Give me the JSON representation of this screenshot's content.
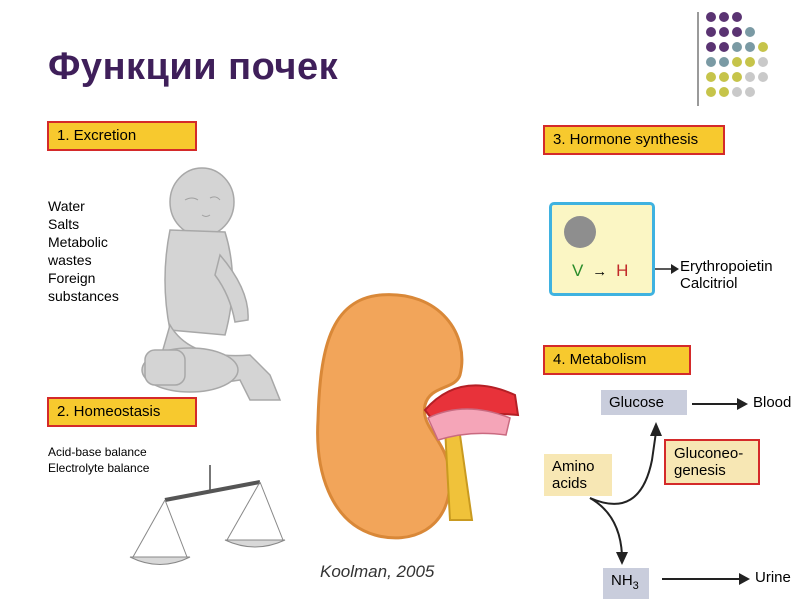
{
  "title": "Функции почек",
  "decor_dot_colors": [
    "#5a3372",
    "#7a9aa4",
    "#c6c44a",
    "#c9c9c9"
  ],
  "excretion": {
    "label": "1. Excretion",
    "items": [
      "Water",
      "Salts",
      "Metabolic",
      "wastes",
      "Foreign",
      "substances"
    ]
  },
  "homeostasis": {
    "label": "2. Homeostasis",
    "items": [
      "Acid-base balance",
      "Electrolyte balance"
    ]
  },
  "hormone": {
    "label": "3. Hormone synthesis",
    "v": "V",
    "h": "H",
    "products": [
      "Erythropoietin",
      "Calcitriol"
    ]
  },
  "metabolism": {
    "label": "4. Metabolism",
    "glucose": "Glucose",
    "blood": "Blood",
    "gluconeo": [
      "Gluconeo-",
      "genesis"
    ],
    "amino": [
      "Amino",
      "acids"
    ],
    "nh3": "NH",
    "nh3_sub": "3",
    "urine": "Urine"
  },
  "citation": "Koolman, 2005",
  "colors": {
    "title": "#3f1f5a",
    "label_fill": "#f7c92e",
    "label_border": "#d42a2a",
    "kidney": "#f2a55a",
    "cell_border": "#3fb2e0",
    "cell_fill": "#fbf6c4"
  }
}
